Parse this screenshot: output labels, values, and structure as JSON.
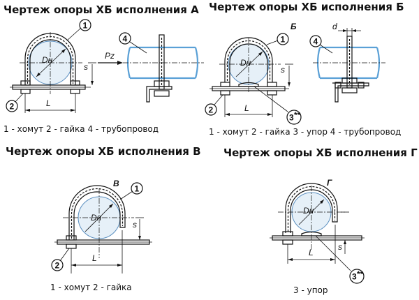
{
  "titles": {
    "a": "Чертеж опоры ХБ исполнения А",
    "b": "Чертеж опоры ХБ исполнения Б",
    "v": "Чертеж опоры ХБ исполнения В",
    "g": "Чертеж опоры ХБ исполнения Г"
  },
  "captions": {
    "a": "1 - хомут  2 - гайка  4 - трубопровод",
    "b": "1 - хомут  2 - гайка 3 - упор 4 - трубопровод",
    "v": "1 - хомут  2 - гайка",
    "g": "3 - упор"
  },
  "labels": {
    "b_letter": "Б",
    "v_letter": "В",
    "g_letter": "Г",
    "dh": "Dн",
    "l": "L",
    "s": "s",
    "pz": "Pz",
    "d": "d",
    "n1": "1",
    "n2": "2",
    "n3": "3",
    "n3_suffix": "**",
    "n4": "4"
  }
}
